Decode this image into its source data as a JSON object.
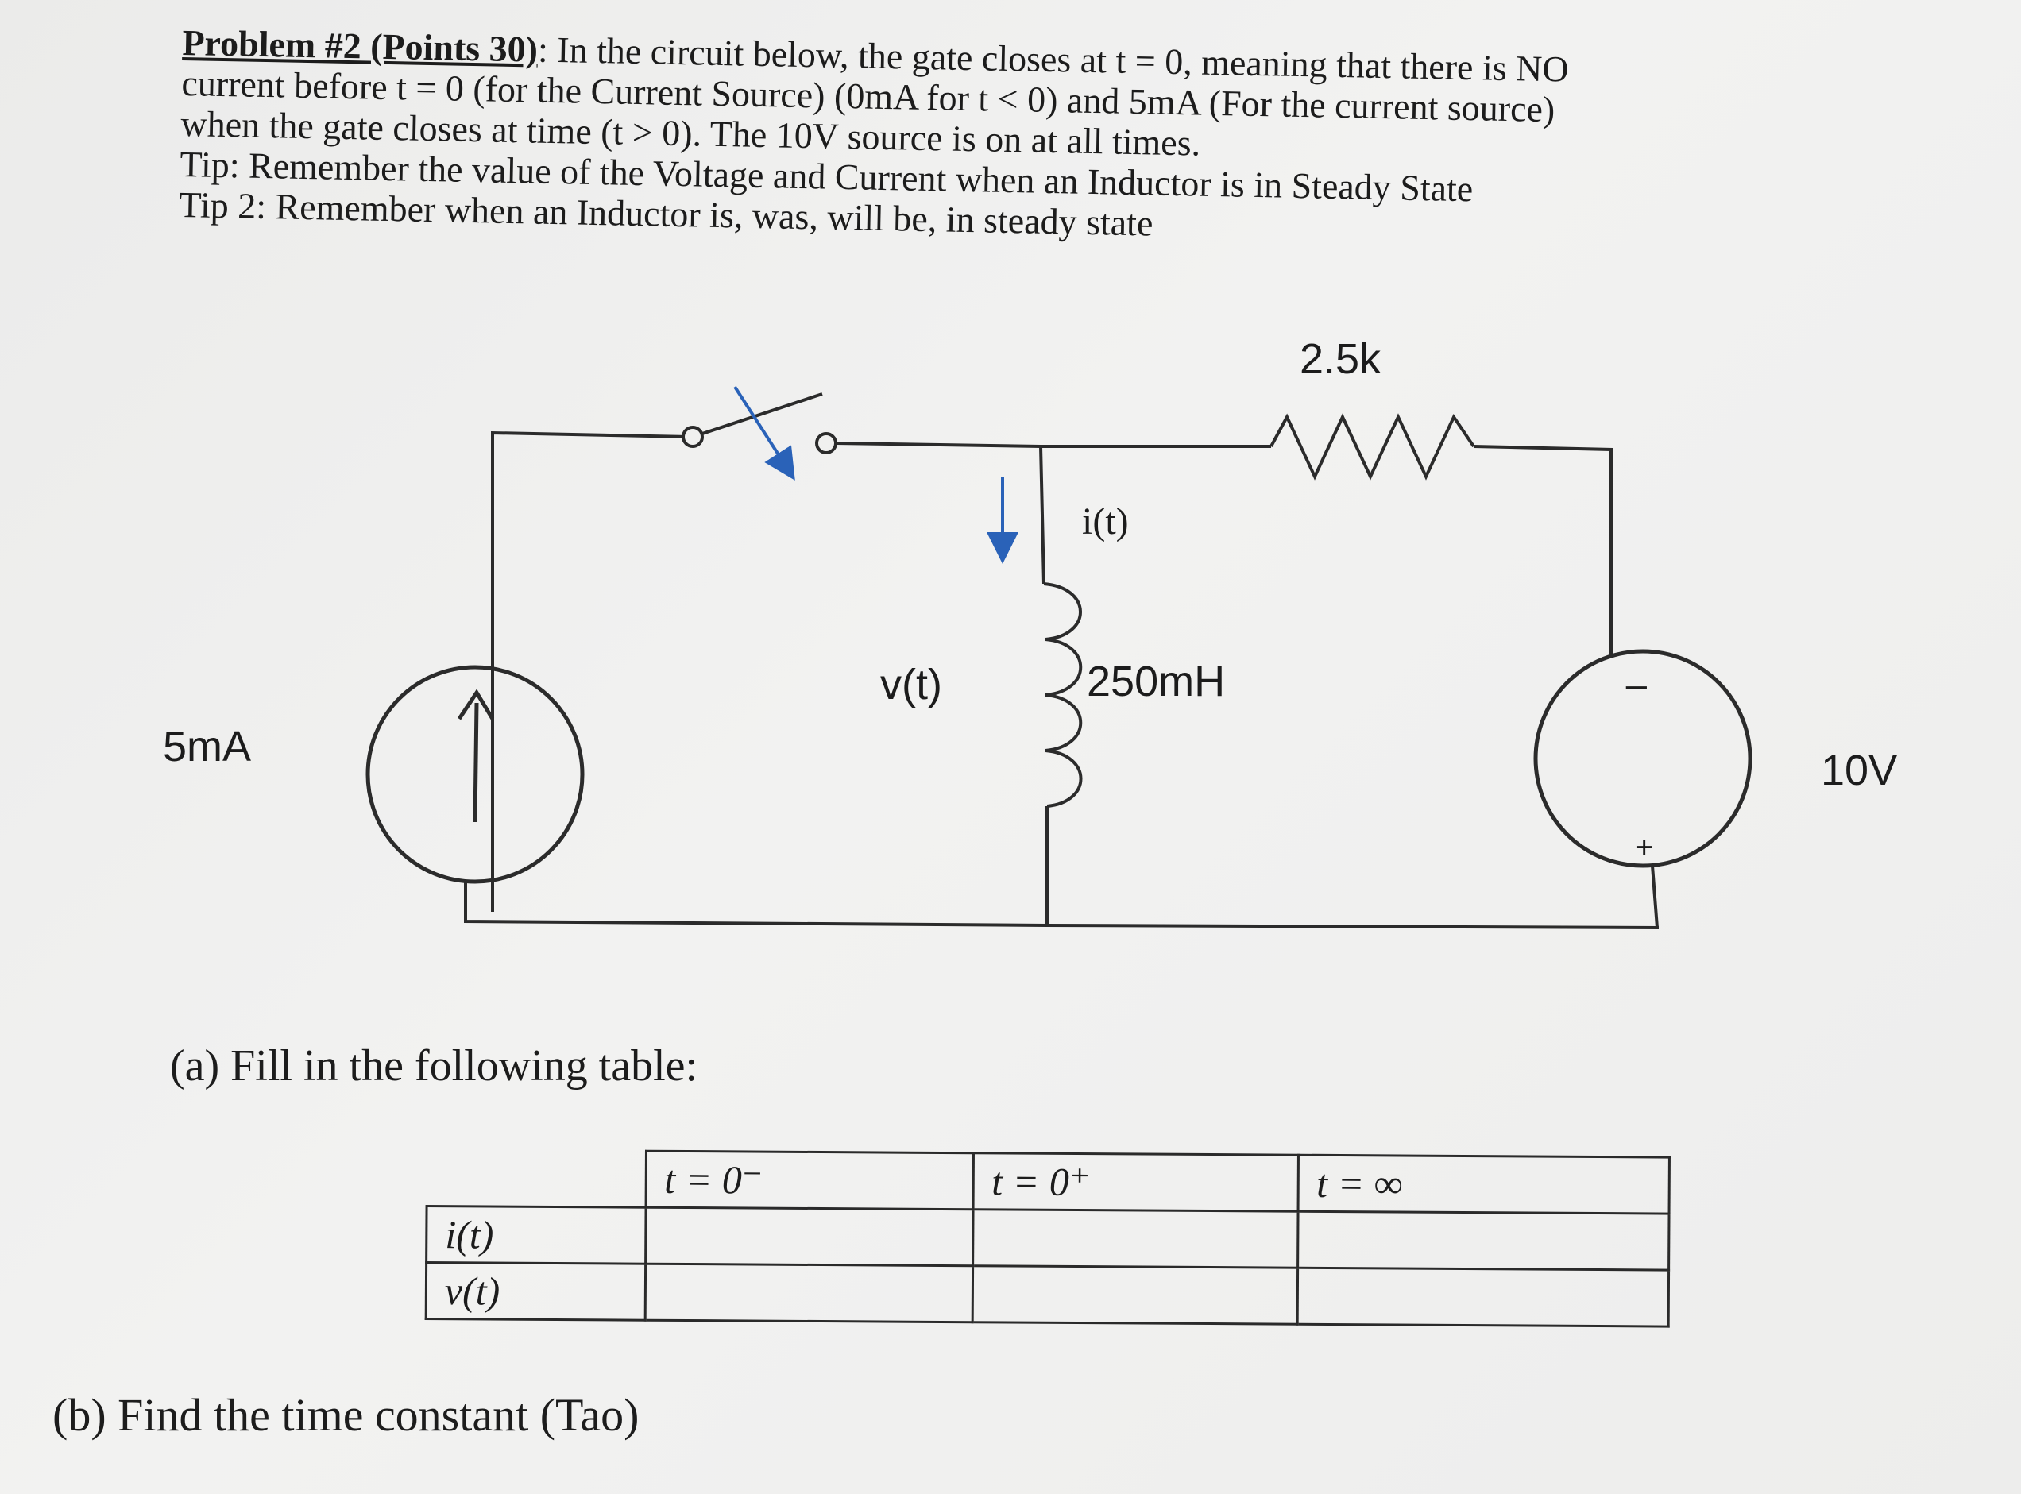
{
  "problem": {
    "title": "Problem #2 (Points 30)",
    "line1_rest": ": In the circuit below, the gate closes at t = 0,  meaning that there is NO",
    "line2": "current before t = 0 (for the Current Source) (0mA for t < 0) and 5mA (For the current source)",
    "line3": "when the gate closes at time  (t > 0).  The 10V source is on at all times.",
    "tip1": "Tip: Remember the value of the Voltage and Current when an Inductor is in Steady State",
    "tip2": "Tip 2: Remember when an Inductor is, was, will be, in steady state"
  },
  "circuit": {
    "current_source_label": "5mA",
    "resistor_label": "2.5k",
    "inductor_label": "250mH",
    "voltage_label": "v(t)",
    "current_label": "i(t)",
    "voltage_source_label": "10V",
    "minus_sign": "−",
    "plus_sign": "+",
    "colors": {
      "wire": "#2b2b2b",
      "arrow": "#2a62b8"
    }
  },
  "part_a": {
    "prompt": "(a) Fill in the following table:",
    "columns": [
      "t = 0⁻",
      "t = 0⁺",
      "t = ∞"
    ],
    "rows": [
      {
        "label": "i(t)",
        "cells": [
          "",
          "",
          ""
        ]
      },
      {
        "label": "v(t)",
        "cells": [
          "",
          "",
          ""
        ]
      }
    ]
  },
  "part_b": {
    "prompt": "(b) Find the time constant (Tao)"
  }
}
